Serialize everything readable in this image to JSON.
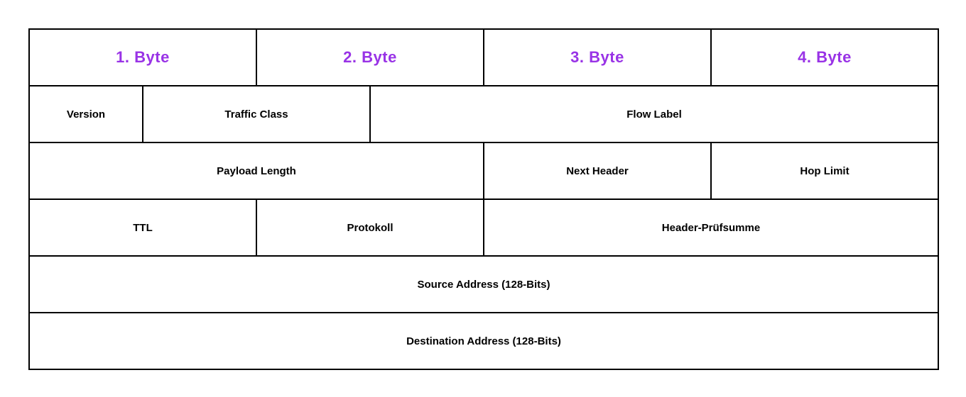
{
  "colors": {
    "background": "#ffffff",
    "border": "#000000",
    "byte_header_text": "#9933E6",
    "field_text": "#000000"
  },
  "header_row": {
    "cells": [
      {
        "label": "1. Byte",
        "bits": 8
      },
      {
        "label": "2. Byte",
        "bits": 8
      },
      {
        "label": "3. Byte",
        "bits": 8
      },
      {
        "label": "4. Byte",
        "bits": 8
      }
    ]
  },
  "rows": [
    {
      "cells": [
        {
          "label": "Version",
          "bits": 4
        },
        {
          "label": "Traffic Class",
          "bits": 8
        },
        {
          "label": "Flow Label",
          "bits": 20
        }
      ]
    },
    {
      "cells": [
        {
          "label": "Payload Length",
          "bits": 16
        },
        {
          "label": "Next Header",
          "bits": 8
        },
        {
          "label": "Hop Limit",
          "bits": 8
        }
      ]
    },
    {
      "cells": [
        {
          "label": "TTL",
          "bits": 8
        },
        {
          "label": "Protokoll",
          "bits": 8
        },
        {
          "label": "Header-Prüfsumme",
          "bits": 16
        }
      ]
    },
    {
      "cells": [
        {
          "label": "Source Address (128-Bits)",
          "bits": 32
        }
      ]
    },
    {
      "cells": [
        {
          "label": "Destination Address (128-Bits)",
          "bits": 32
        }
      ]
    }
  ]
}
